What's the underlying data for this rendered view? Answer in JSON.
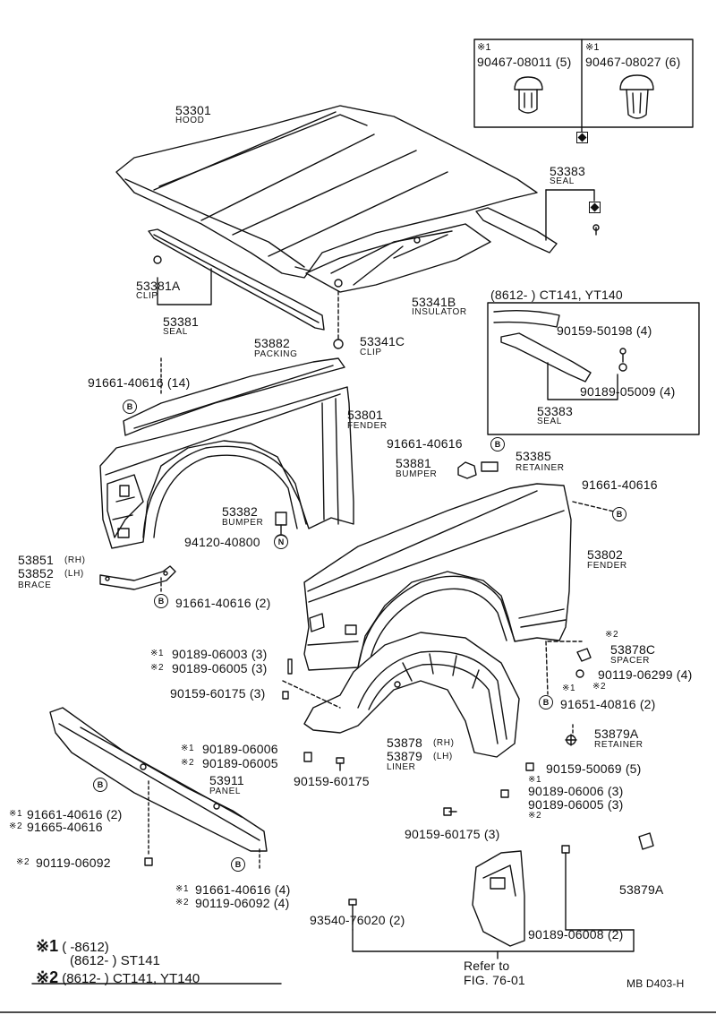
{
  "parts": {
    "hood": {
      "number": "53301",
      "name": "HOOD"
    },
    "seal_53383": {
      "number": "53383",
      "name": "SEAL"
    },
    "clip_53381a": {
      "number": "53381A",
      "name": "CLIP"
    },
    "seal_53381": {
      "number": "53381",
      "name": "SEAL"
    },
    "insulator": {
      "number": "53341B",
      "name": "INSULATOR"
    },
    "clip_53341c": {
      "number": "53341C",
      "name": "CLIP"
    },
    "packing": {
      "number": "53882",
      "name": "PACKING"
    },
    "fender_53801": {
      "number": "53801",
      "name": "FENDER"
    },
    "bumper_53881": {
      "number": "53881",
      "name": "BUMPER"
    },
    "retainer_53385": {
      "number": "53385",
      "name": "RETAINER"
    },
    "bumper_53382": {
      "number": "53382",
      "name": "BUMPER"
    },
    "brace_rh": {
      "number": "53851",
      "suffix": "(RH)"
    },
    "brace_lh": {
      "number": "53852",
      "suffix": "(LH)",
      "name": "BRACE"
    },
    "fender_53802": {
      "number": "53802",
      "name": "FENDER"
    },
    "spacer": {
      "number": "53878C",
      "name": "SPACER"
    },
    "liner_rh": {
      "number": "53878",
      "suffix": "(RH)"
    },
    "liner_lh": {
      "number": "53879",
      "suffix": "(LH)",
      "name": "LINER"
    },
    "retainer_53879a": {
      "number": "53879A",
      "name": "RETAINER"
    },
    "panel": {
      "number": "53911",
      "name": "PANEL"
    },
    "part_53879a_low": {
      "number": "53879A"
    }
  },
  "fasteners": {
    "clip1": {
      "mark": "※1",
      "text": "90467-08011 (5)"
    },
    "clip2": {
      "mark": "※1",
      "text": "90467-08027 (6)"
    },
    "packing_bolt": "91661-40616 (14)",
    "fender_bolt_a": "91661-40616",
    "fender_bolt_b": "91661-40616",
    "nut_94120": "94120-40800",
    "brace_bolt": "91661-40616 (2)",
    "inset_screw": "90159-50198 (4)",
    "inset_clip": "90189-05009 (4)",
    "f_90189_06003": {
      "mark": "※1",
      "text": "90189-06003 (3)"
    },
    "f_90189_06005a": {
      "mark": "※2",
      "text": "90189-06005 (3)"
    },
    "f_90159_60175a": "90159-60175 (3)",
    "f_90119_06299": {
      "mark": "※2",
      "text": "90119-06299 (4)"
    },
    "f_91651": {
      "mark": "※1",
      "text": "91651-40816 (2)"
    },
    "f_90189_06006": {
      "mark": "※1",
      "text": "90189-06006"
    },
    "f_90189_06005b": {
      "mark": "※2",
      "text": "90189-06005"
    },
    "f_90159_60175b": "90159-60175",
    "f_90159_50069": "90159-50069 (5)",
    "f_90189_06006c": {
      "mark": "※1",
      "text": "90189-06006 (3)"
    },
    "f_90189_06005c": {
      "mark": "※2",
      "text": "90189-06005 (3)"
    },
    "f_90159_60175c": "90159-60175 (3)",
    "f_91661_panel": {
      "mark": "※1",
      "text": "91661-40616 (2)"
    },
    "f_91665": {
      "mark": "※2",
      "text": "91665-40616"
    },
    "f_90119_06092": {
      "mark": "※2",
      "text": "90119-06092"
    },
    "f_91661_40616_4": {
      "mark": "※1",
      "text": "91661-40616 (4)"
    },
    "f_90119_06092_4": {
      "mark": "※2",
      "text": "90119-06092 (4)"
    },
    "f_93540": "93540-76020 (2)",
    "f_90189_06008": "90189-06008 (2)"
  },
  "inset_title": "(8612-        ) CT141, YT140",
  "refer": {
    "line1": "Refer to",
    "line2": "FIG. 76-01"
  },
  "legend": {
    "l1_mark": "※1",
    "l1_text": "(        -8612)",
    "l1b_text": "(8612-        ) ST141",
    "l2_mark": "※2",
    "l2_text": "(8612-             ) CT141, YT140"
  },
  "badge_b": "B",
  "badge_n": "N",
  "figure_code": "MB D403-H"
}
